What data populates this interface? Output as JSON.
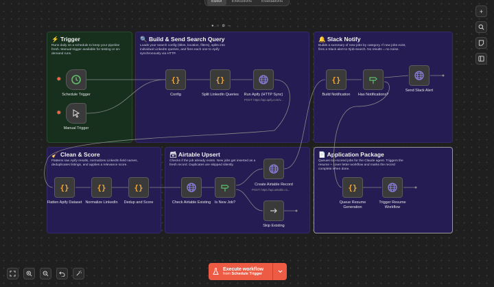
{
  "topbar": {
    "tabs": [
      "Editor",
      "Executions",
      "Evaluations"
    ]
  },
  "pager": {
    "dots": [
      "●",
      "○",
      "⊕",
      "–"
    ]
  },
  "stickies": {
    "trigger": {
      "title": "⚡ Trigger",
      "body": "Runs daily on a schedule to keep your pipeline fresh. Manual trigger available for testing or on-demand runs."
    },
    "build": {
      "title": "🔍 Build & Send Search Query",
      "body": "Loads your search config (titles, location, filters), splits into individual LinkedIn queries, and fires each one to Apify synchronously via HTTP."
    },
    "slack": {
      "title": "🔔 Slack Notify",
      "body": "Builds a summary of new jobs by category. If new jobs exist, fires a Slack alert to #job-search. No results = no noise."
    },
    "clean": {
      "title": "🧹 Clean & Score",
      "body": "Flattens raw Apify results, normalizes LinkedIn field names, deduplicates listings, and applies a relevance score."
    },
    "airtable": {
      "title": "🗃 Airtable Upsert",
      "body": "Checks if the job already exists. New jobs get inserted as a fresh record. Duplicates are skipped silently."
    },
    "app": {
      "title": "📄 Application Package",
      "body": "Queues top-scored jobs for the Claude agent. Triggers the resume + cover letter workflow and marks the record complete when done."
    }
  },
  "nodes": {
    "schedule_trigger": "Schedule Trigger",
    "manual_trigger": "Manual Trigger",
    "config": "Config",
    "split_queries": "Split LinkedIn Queries",
    "run_apify": "Run Apify (HTTP Sync)",
    "run_apify_sub": "POST: https://api.apify.com/v...",
    "build_notification": "Build Notification",
    "has_notifications": "Has Notifications?",
    "send_slack": "Send Slack Alert",
    "flatten": "Flatten Apify Dataset",
    "normalize": "Normalize LinkedIn",
    "dedup": "Dedup and Score",
    "check_airtable": "Check Airtable Existing",
    "is_new_job": "Is New Job?",
    "create_record": "Create Airtable Record",
    "create_record_sub": "POST: https://api.airtable.co...",
    "skip_existing": "Skip Existing",
    "queue_resume": "Queue Resume Generation",
    "trigger_resume": "Trigger Resume Workflow"
  },
  "right_tools": [
    "+",
    "search-icon",
    "sticky-note-icon",
    "panel-icon"
  ],
  "execute": {
    "label": "Execute workflow",
    "from_prefix": "from",
    "from_node": "Schedule Trigger"
  },
  "colors": {
    "accent": "#ee5b45",
    "sticky_purple": "#241c52",
    "sticky_green": "#16301d",
    "code_orange": "#f0a63a",
    "if_green": "#5ec26a",
    "http_purple": "#8b7fe0"
  }
}
